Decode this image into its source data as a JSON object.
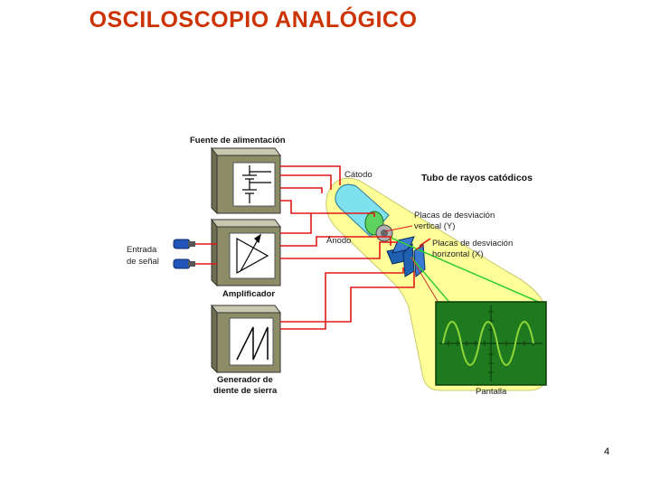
{
  "title": "OSCILOSCOPIO ANALÓGICO",
  "page_number": "4",
  "labels": {
    "power_supply": "Fuente de alimentación",
    "cathode": "Cátodo",
    "crt": "Tubo de rayos catódicos",
    "vertical_plates_1": "Placas de desviación",
    "vertical_plates_2": "vertical (Y)",
    "anode": "Ánodo",
    "horizontal_plates_1": "Placas de desviación",
    "horizontal_plates_2": "horizontal (X)",
    "signal_input_1": "Entrada",
    "signal_input_2": "de señal",
    "amplifier": "Amplificador",
    "sawtooth_1": "Generador de",
    "sawtooth_2": "diente de sierra",
    "screen": "Pantalla"
  },
  "colors": {
    "title": "#cc3300",
    "wire": "#e01818",
    "box_face": "#8c8c66",
    "box_top": "#c8c8b0",
    "crt_glow": "#ffff99",
    "screen": "#1f7a1f",
    "trace": "#8fd63a",
    "beam": "#33cc33",
    "plates": "#2060b0",
    "connector": "#2255bb"
  }
}
